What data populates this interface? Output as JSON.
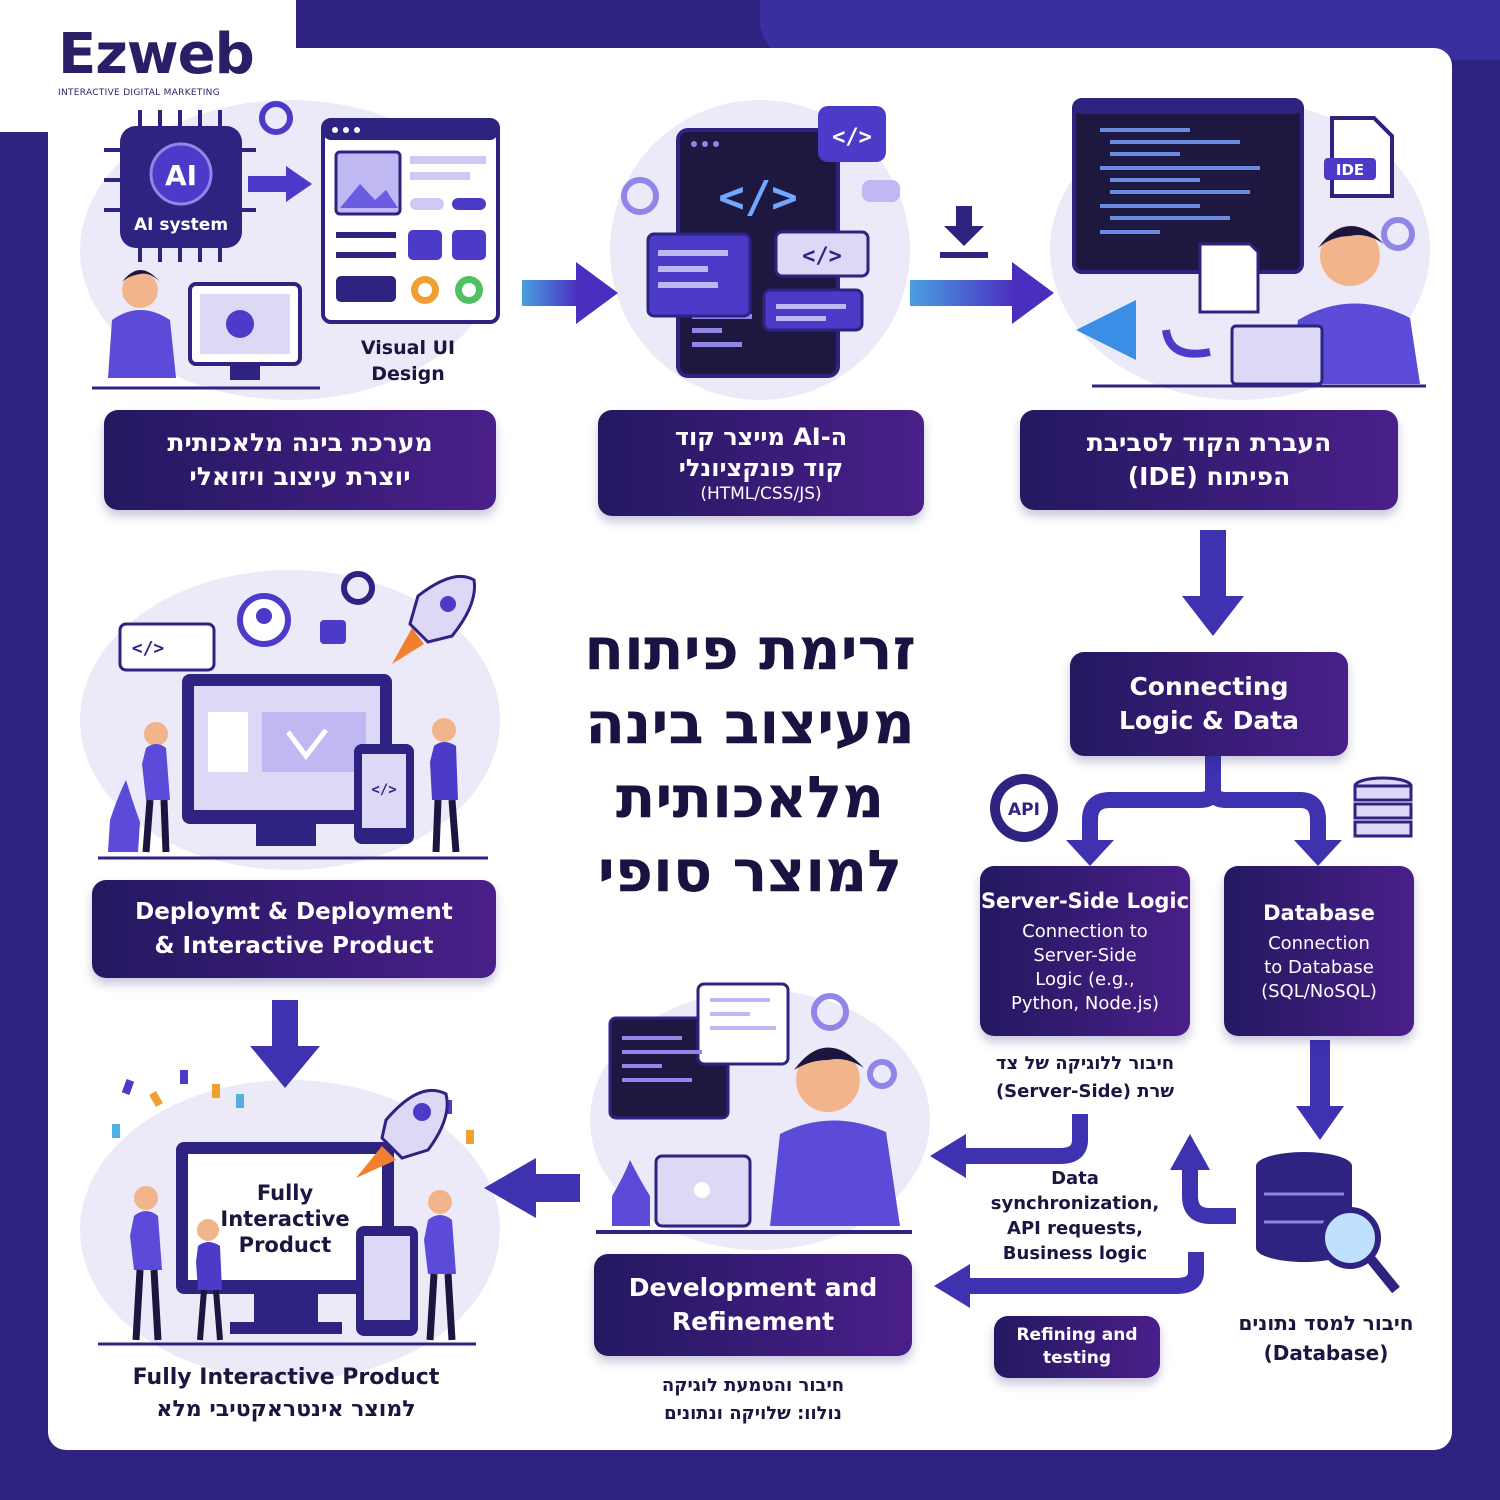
{
  "brand": {
    "name": "Ezweb",
    "tagline": "INTERACTIVE DIGITAL MARKETING"
  },
  "title": [
    "זרימת פיתוח",
    "מעיצוב בינה",
    "מלאכותית",
    "למוצר סופי"
  ],
  "step1": {
    "icon_label": "AI",
    "system_label": "AI system",
    "mockup_label": [
      "Visual UI",
      "Design"
    ],
    "box": [
      "מערכת בינה מלאכותית",
      "יוצרת עיצוב ויזואלי"
    ]
  },
  "step2": {
    "code_glyph": "</>",
    "box": [
      "ה-AI מייצר קוד",
      "קוד פונקציונלי",
      "(HTML/CSS/JS)"
    ]
  },
  "step3": {
    "ide_label": "IDE",
    "box": [
      "העברת הקוד לסביבת",
      "הפיתוח (IDE)"
    ]
  },
  "step4": {
    "box": [
      "Connecting",
      "Logic & Data"
    ],
    "api_label": "API"
  },
  "server": {
    "title": "Server-Side Logic",
    "desc": [
      "Connection to",
      "Server-Side",
      "Logic (e.g.,",
      "Python, Node.js)"
    ],
    "caption": [
      "חיבור ללוגיקה של צד",
      "(Server-Side) שרת"
    ]
  },
  "database": {
    "title": "Database",
    "desc": [
      "Connection",
      "to Database",
      "(SQL/NoSQL)"
    ],
    "caption": [
      "חיבור למסד נתונים",
      "(Database)"
    ]
  },
  "sync_text": [
    "Data",
    "synchronization,",
    "API requests,",
    "Business logic"
  ],
  "refining": [
    "Refining and",
    "testing"
  ],
  "dev": {
    "box": [
      "Development and",
      "Refinement"
    ],
    "caption": [
      "חיבור והטמעת לוגיקה",
      "נולוו: שלויקה ונתונים"
    ]
  },
  "deploy": {
    "box": [
      "Deploymt & Deployment",
      "& Interactive Product"
    ]
  },
  "final": {
    "screen": [
      "Fully",
      "Interactive",
      "Product"
    ],
    "caption": [
      "Fully Interactive Product",
      "למוצר אינטראקטיבי מלא"
    ]
  },
  "colors": {
    "frame": "#2e2380",
    "box_dark": "#241860",
    "box_light": "#4a1f8a",
    "accent": "#4b3bc8",
    "arrow": "#3e32b0"
  }
}
